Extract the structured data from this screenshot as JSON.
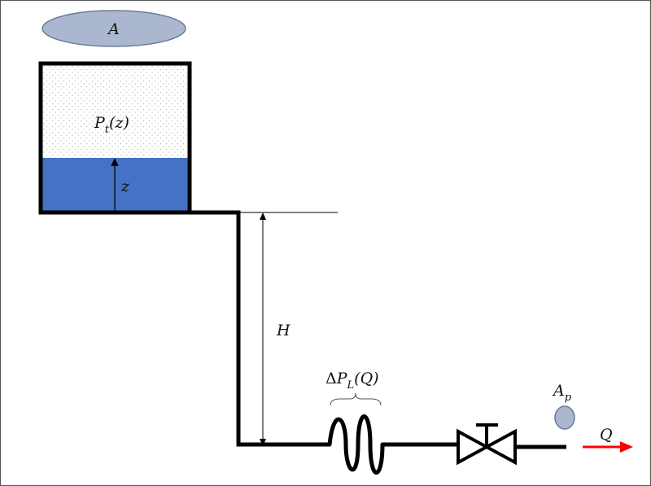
{
  "labels": {
    "area": "A",
    "tank_pressure": {
      "base": "P",
      "sub": "t",
      "arg": "(z)"
    },
    "level": "z",
    "height": "H",
    "loss": {
      "delta": "Δ",
      "base": "P",
      "sub": "L",
      "arg": "(Q)"
    },
    "nozzle_area": {
      "base": "A",
      "sub": "p"
    },
    "flow": "Q"
  },
  "colors": {
    "liquid": "#4472c4",
    "ellipse_fill": "#aab7cf",
    "nozzle_fill": "#aab7cf",
    "pipe": "#000000",
    "flow_arrow": "#ff0000",
    "gas_dots": "#bfbfbf",
    "border": "#555555"
  },
  "icons": {
    "loss_element": "coil-resistance-icon",
    "valve": "gate-valve-icon",
    "flow_arrow": "right-arrow-icon"
  }
}
